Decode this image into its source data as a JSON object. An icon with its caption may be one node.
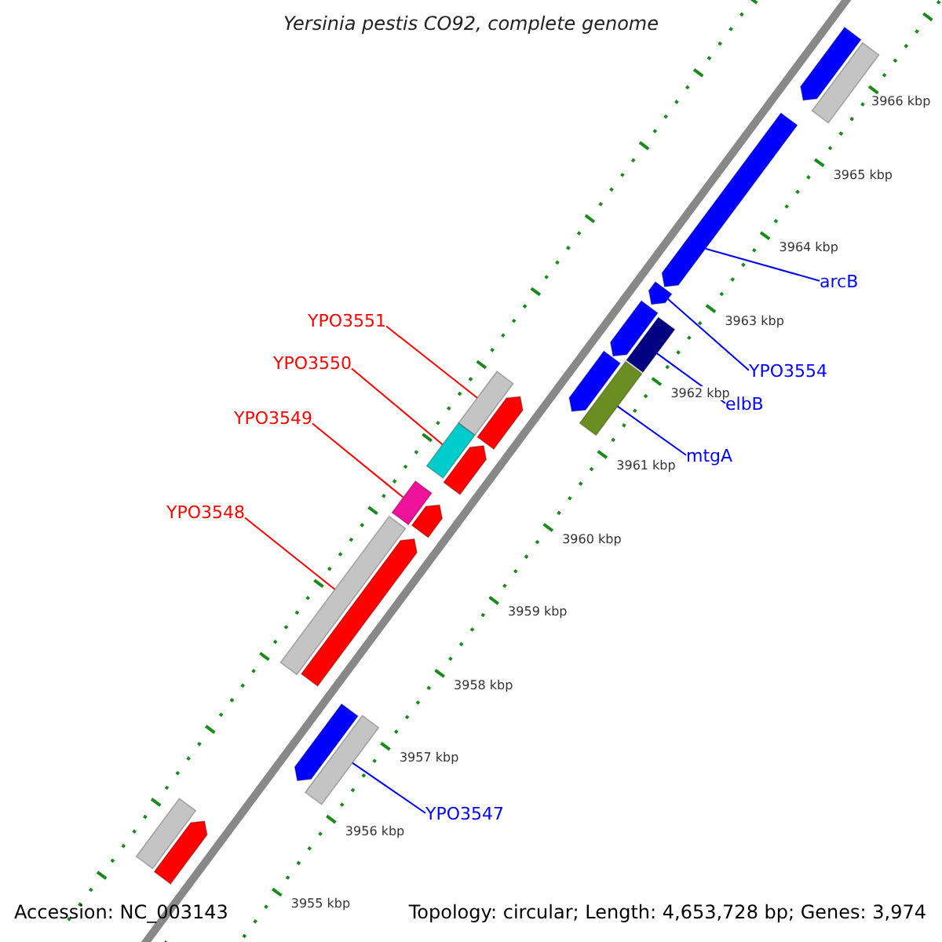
{
  "diagram": {
    "title": "Yersinia pestis CO92, complete genome",
    "nodes": [
      {
        "text": [
          "YPO3551"
        ]
      },
      {
        "text": [
          "YPO3550"
        ]
      },
      {
        "text": [
          "YPO3549"
        ]
      },
      {
        "text": [
          "YPO3548"
        ]
      },
      {
        "text": [
          "arcB"
        ]
      },
      {
        "text": [
          "YPO3554"
        ]
      },
      {
        "text": [
          "elbB"
        ]
      },
      {
        "text": [
          "mtgA"
        ]
      },
      {
        "text": [
          "YPO3547"
        ]
      },
      {
        "text": [],
        "shape": "bar"
      },
      {
        "text": [],
        "shape": "bar"
      },
      {
        "text": [],
        "shape": "bar"
      },
      {
        "text": [],
        "shape": "bar"
      },
      {
        "text": [],
        "shape": "arrow"
      },
      {
        "text": [],
        "shape": "arrow"
      },
      {
        "text": [],
        "shape": "bar"
      },
      {
        "text": [],
        "shape": "bar"
      },
      {
        "text": [],
        "shape": "bar"
      },
      {
        "text": [],
        "shape": "bar"
      },
      {
        "text": [],
        "shape": "arrow"
      },
      {
        "text": [],
        "shape": "arrow"
      },
      {
        "text": [],
        "shape": "arrow"
      },
      {
        "text": [],
        "shape": "arrow"
      },
      {
        "text": [],
        "shape": "arrow"
      },
      {
        "text": [],
        "shape": "arrow"
      },
      {
        "text": [],
        "shape": "arrow"
      },
      {
        "text": [],
        "shape": "arrow"
      },
      {
        "text": [],
        "shape": "arrow"
      },
      {
        "text": [],
        "shape": "arrow"
      },
      {
        "text": [],
        "shape": "bar"
      }
    ],
    "edges": [
      {
        "from": 0,
        "to": 9,
        "arrow": "none",
        "color": "#ff0000"
      },
      {
        "from": 1,
        "to": 10,
        "arrow": "none",
        "color": "#ff0000"
      },
      {
        "from": 2,
        "to": 11,
        "arrow": "none",
        "color": "#ff0000"
      },
      {
        "from": 3,
        "to": 12,
        "arrow": "none",
        "color": "#ff0000"
      },
      {
        "from": 4,
        "to": 13,
        "arrow": "none"
      },
      {
        "from": 5,
        "to": 14,
        "arrow": "none"
      },
      {
        "from": 6,
        "to": 15,
        "arrow": "none"
      },
      {
        "from": 7,
        "to": 16,
        "arrow": "none"
      },
      {
        "from": 8,
        "to": 17,
        "arrow": "none"
      }
    ],
    "labels": [
      "3966 kbp",
      "3965 kbp",
      "3964 kbp",
      "3963 kbp",
      "3962 kbp",
      "3961 kbp",
      "3960 kbp",
      "3959 kbp",
      "3958 kbp",
      "3957 kbp",
      "3956 kbp",
      "3955 kbp",
      "Accession: NC_003143",
      "Topology: circular; Length: 4,653,728 bp; Genes: 3,974"
    ]
  }
}
